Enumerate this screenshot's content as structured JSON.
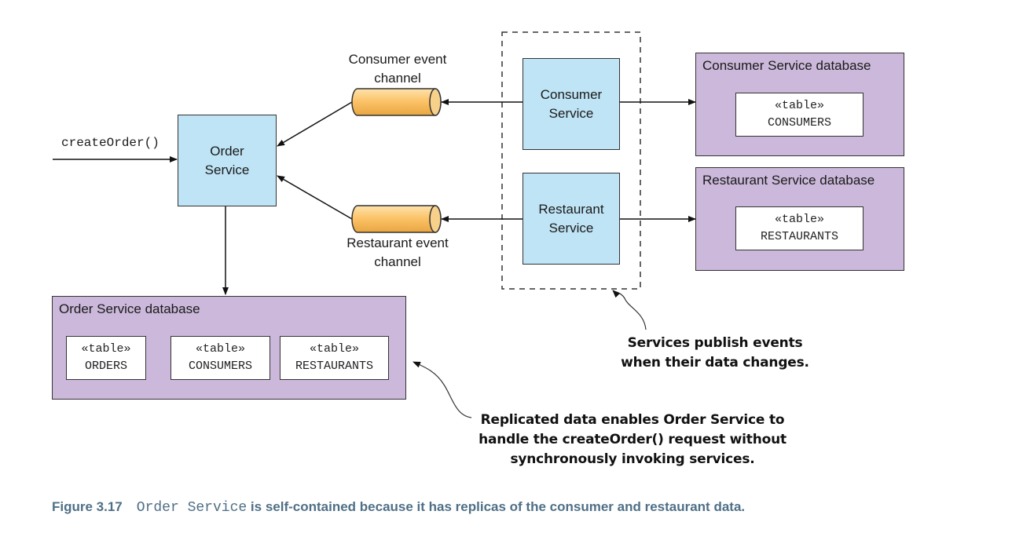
{
  "order_service": {
    "line1": "Order",
    "line2": "Service"
  },
  "consumer_service": {
    "line1": "Consumer",
    "line2": "Service"
  },
  "restaurant_service": {
    "line1": "Restaurant",
    "line2": "Service"
  },
  "consumer_channel": {
    "line1": "Consumer event",
    "line2": "channel"
  },
  "restaurant_channel": {
    "line1": "Restaurant event",
    "line2": "channel"
  },
  "create_order_call": "createOrder()",
  "consumer_db": {
    "title": "Consumer Service database",
    "table_stereotype": "«table»",
    "table_name": "CONSUMERS"
  },
  "restaurant_db": {
    "title": "Restaurant Service database",
    "table_stereotype": "«table»",
    "table_name": "RESTAURANTS"
  },
  "order_db": {
    "title": "Order Service database",
    "tables": [
      {
        "stereotype": "«table»",
        "name": "ORDERS"
      },
      {
        "stereotype": "«table»",
        "name": "CONSUMERS"
      },
      {
        "stereotype": "«table»",
        "name": "RESTAURANTS"
      }
    ]
  },
  "note_publish": {
    "line1": "Services publish events",
    "line2": "when their data changes."
  },
  "note_replicated": {
    "line1": "Replicated data enables Order Service to",
    "line2": "handle the createOrder() request without",
    "line3": "synchronously invoking services."
  },
  "caption": {
    "number": "Figure 3.17",
    "code": "Order Service",
    "text": " is self-contained because it has replicas of the consumer and restaurant data."
  },
  "colors": {
    "service_fill": "#bfe4f5",
    "database_fill": "#cbb8da",
    "channel_fill": "#fcc46a",
    "caption_color": "#4f6f86"
  }
}
